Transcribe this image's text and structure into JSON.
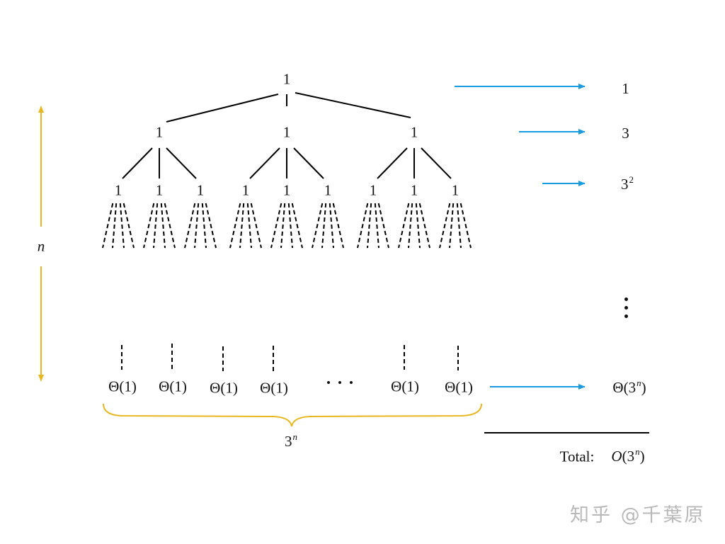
{
  "tree": {
    "root_label": "1",
    "level1_labels": [
      "1",
      "1",
      "1"
    ],
    "level2_labels": [
      "1",
      "1",
      "1",
      "1",
      "1",
      "1",
      "1",
      "1",
      "1"
    ],
    "leaf_labels": [
      "Θ(1)",
      "Θ(1)",
      "Θ(1)",
      "Θ(1)",
      "Θ(1)",
      "Θ(1)"
    ],
    "height_label": "n",
    "leaf_count": {
      "base": "3",
      "exp": "n"
    }
  },
  "level_costs": [
    {
      "base": "1",
      "exp": ""
    },
    {
      "base": "3",
      "exp": ""
    },
    {
      "base": "3",
      "exp": "2"
    }
  ],
  "leaf_cost": {
    "prefix": "Θ(3",
    "exp": "n",
    "suffix": ")"
  },
  "total": {
    "label": "Total:",
    "func": "O",
    "open": "(3",
    "exp": "n",
    "suffix": ")"
  },
  "colors": {
    "lines": "#000000",
    "arrows": "#1a9be0",
    "brace_and_height_arrow": "#e8b720"
  },
  "watermark": "知乎 @千葉原"
}
